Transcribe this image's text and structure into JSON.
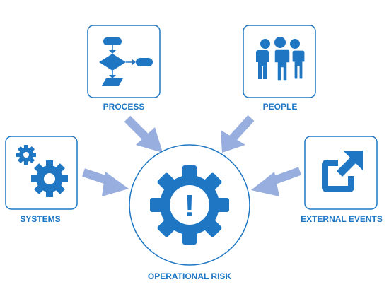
{
  "colors": {
    "primary": "#1f77c4",
    "arrow": "#97aede",
    "background": "#ffffff"
  },
  "labels": {
    "process": "PROCESS",
    "people": "PEOPLE",
    "systems": "SYSTEMS",
    "external_events": "EXTERNAL EVENTS",
    "operational_risk": "OPERATIONAL RISK"
  },
  "center_symbol": "!",
  "icons": {
    "process": "flowchart-icon",
    "people": "people-group-icon",
    "systems": "gears-icon",
    "external_events": "external-link-icon",
    "operational_risk": "gear-exclamation-icon"
  }
}
